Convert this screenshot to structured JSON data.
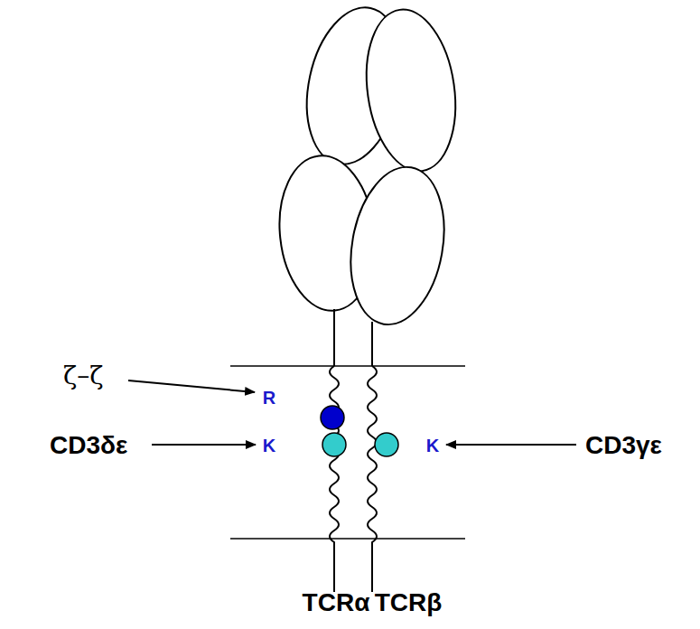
{
  "diagram": {
    "labels": [
      "ζ–ζ",
      "R",
      "CD3δε",
      "K",
      "K",
      "CD3γε",
      "TCRα",
      "TCRβ"
    ]
  }
}
